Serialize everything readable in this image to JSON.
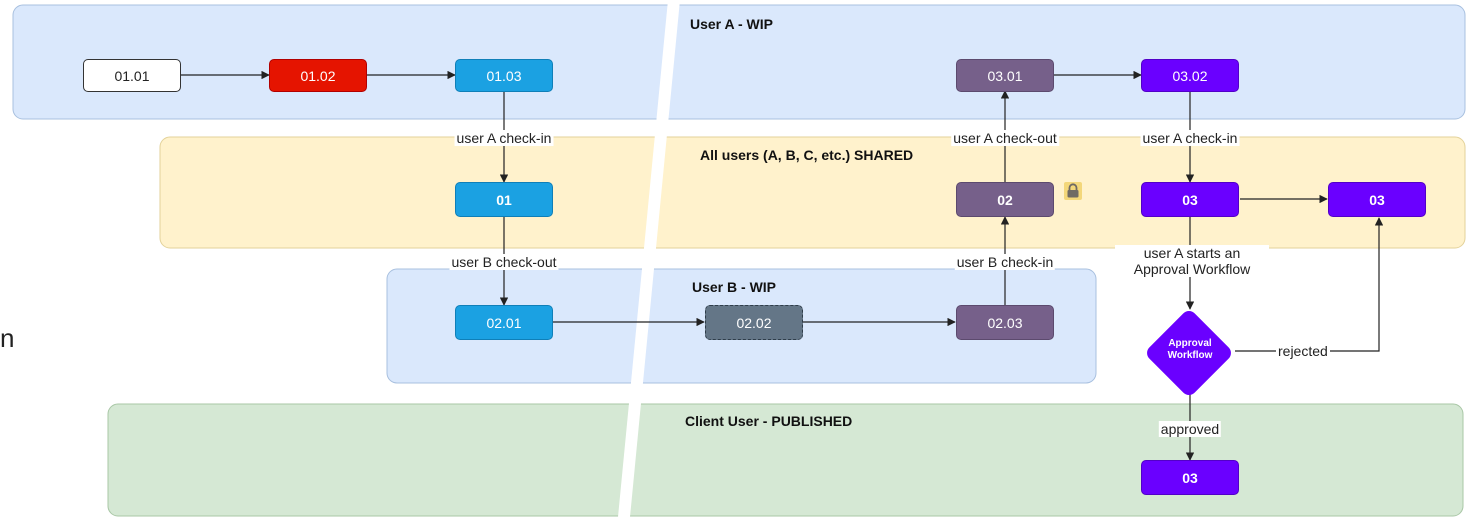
{
  "lanes": {
    "user_a": "User A - WIP",
    "shared": "All users (A, B, C, etc.) SHARED",
    "user_b": "User B - WIP",
    "client": "Client User - PUBLISHED"
  },
  "nodes": {
    "n0101": "01.01",
    "n0102": "01.02",
    "n0103": "01.03",
    "n0301": "03.01",
    "n0302": "03.02",
    "n01": "01",
    "n02": "02",
    "n03_shared": "03",
    "n03_shared_right": "03",
    "n0201": "02.01",
    "n0202": "02.02",
    "n0203": "02.03",
    "n03_published": "03"
  },
  "edges": {
    "a_checkin_left": "user A check-in",
    "a_checkout": "user A check-out",
    "a_checkin_right": "user A check-in",
    "b_checkout": "user B check-out",
    "b_checkin": "user B check-in",
    "starts_workflow": "user A starts an Approval Workflow",
    "rejected": "rejected",
    "approved": "approved"
  },
  "decision": {
    "label_line1": "Approval",
    "label_line2": "Workflow"
  },
  "stray_text": "n",
  "colors": {
    "wip_lane": "#dae8fc",
    "shared_lane": "#fff2cc",
    "published_lane": "#d5e8d4",
    "blue": "#1ba1e2",
    "red": "#e51400",
    "mauve": "#76608a",
    "violet": "#6a00ff",
    "slate": "#647687"
  },
  "icons": {
    "lock": "lock-icon"
  }
}
